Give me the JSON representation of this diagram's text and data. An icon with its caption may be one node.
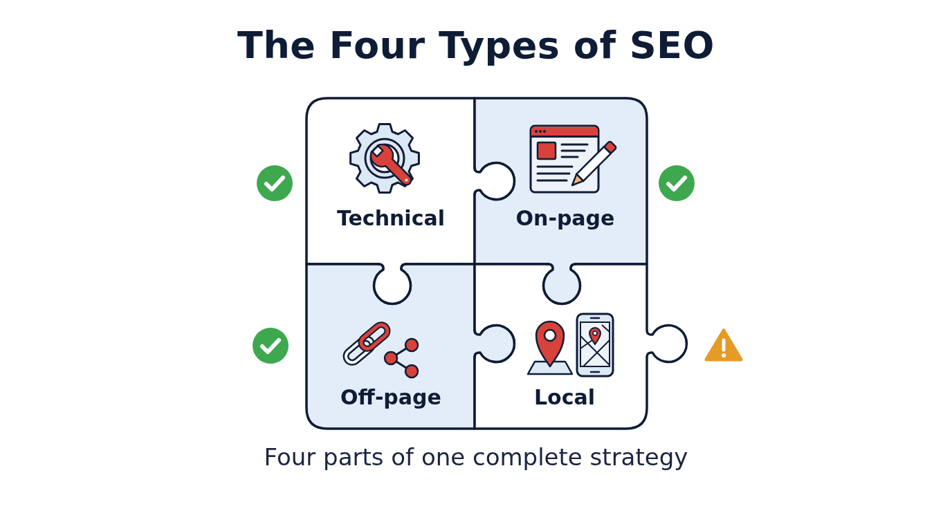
{
  "diagram": {
    "title": "The Four Types of SEO",
    "caption": "Four parts of one complete strategy",
    "nodes": [
      {
        "text": [
          "Technical"
        ]
      },
      {
        "text": [
          "On-page"
        ]
      },
      {
        "text": [
          "Off-page"
        ]
      },
      {
        "text": [
          "Local"
        ]
      }
    ]
  }
}
